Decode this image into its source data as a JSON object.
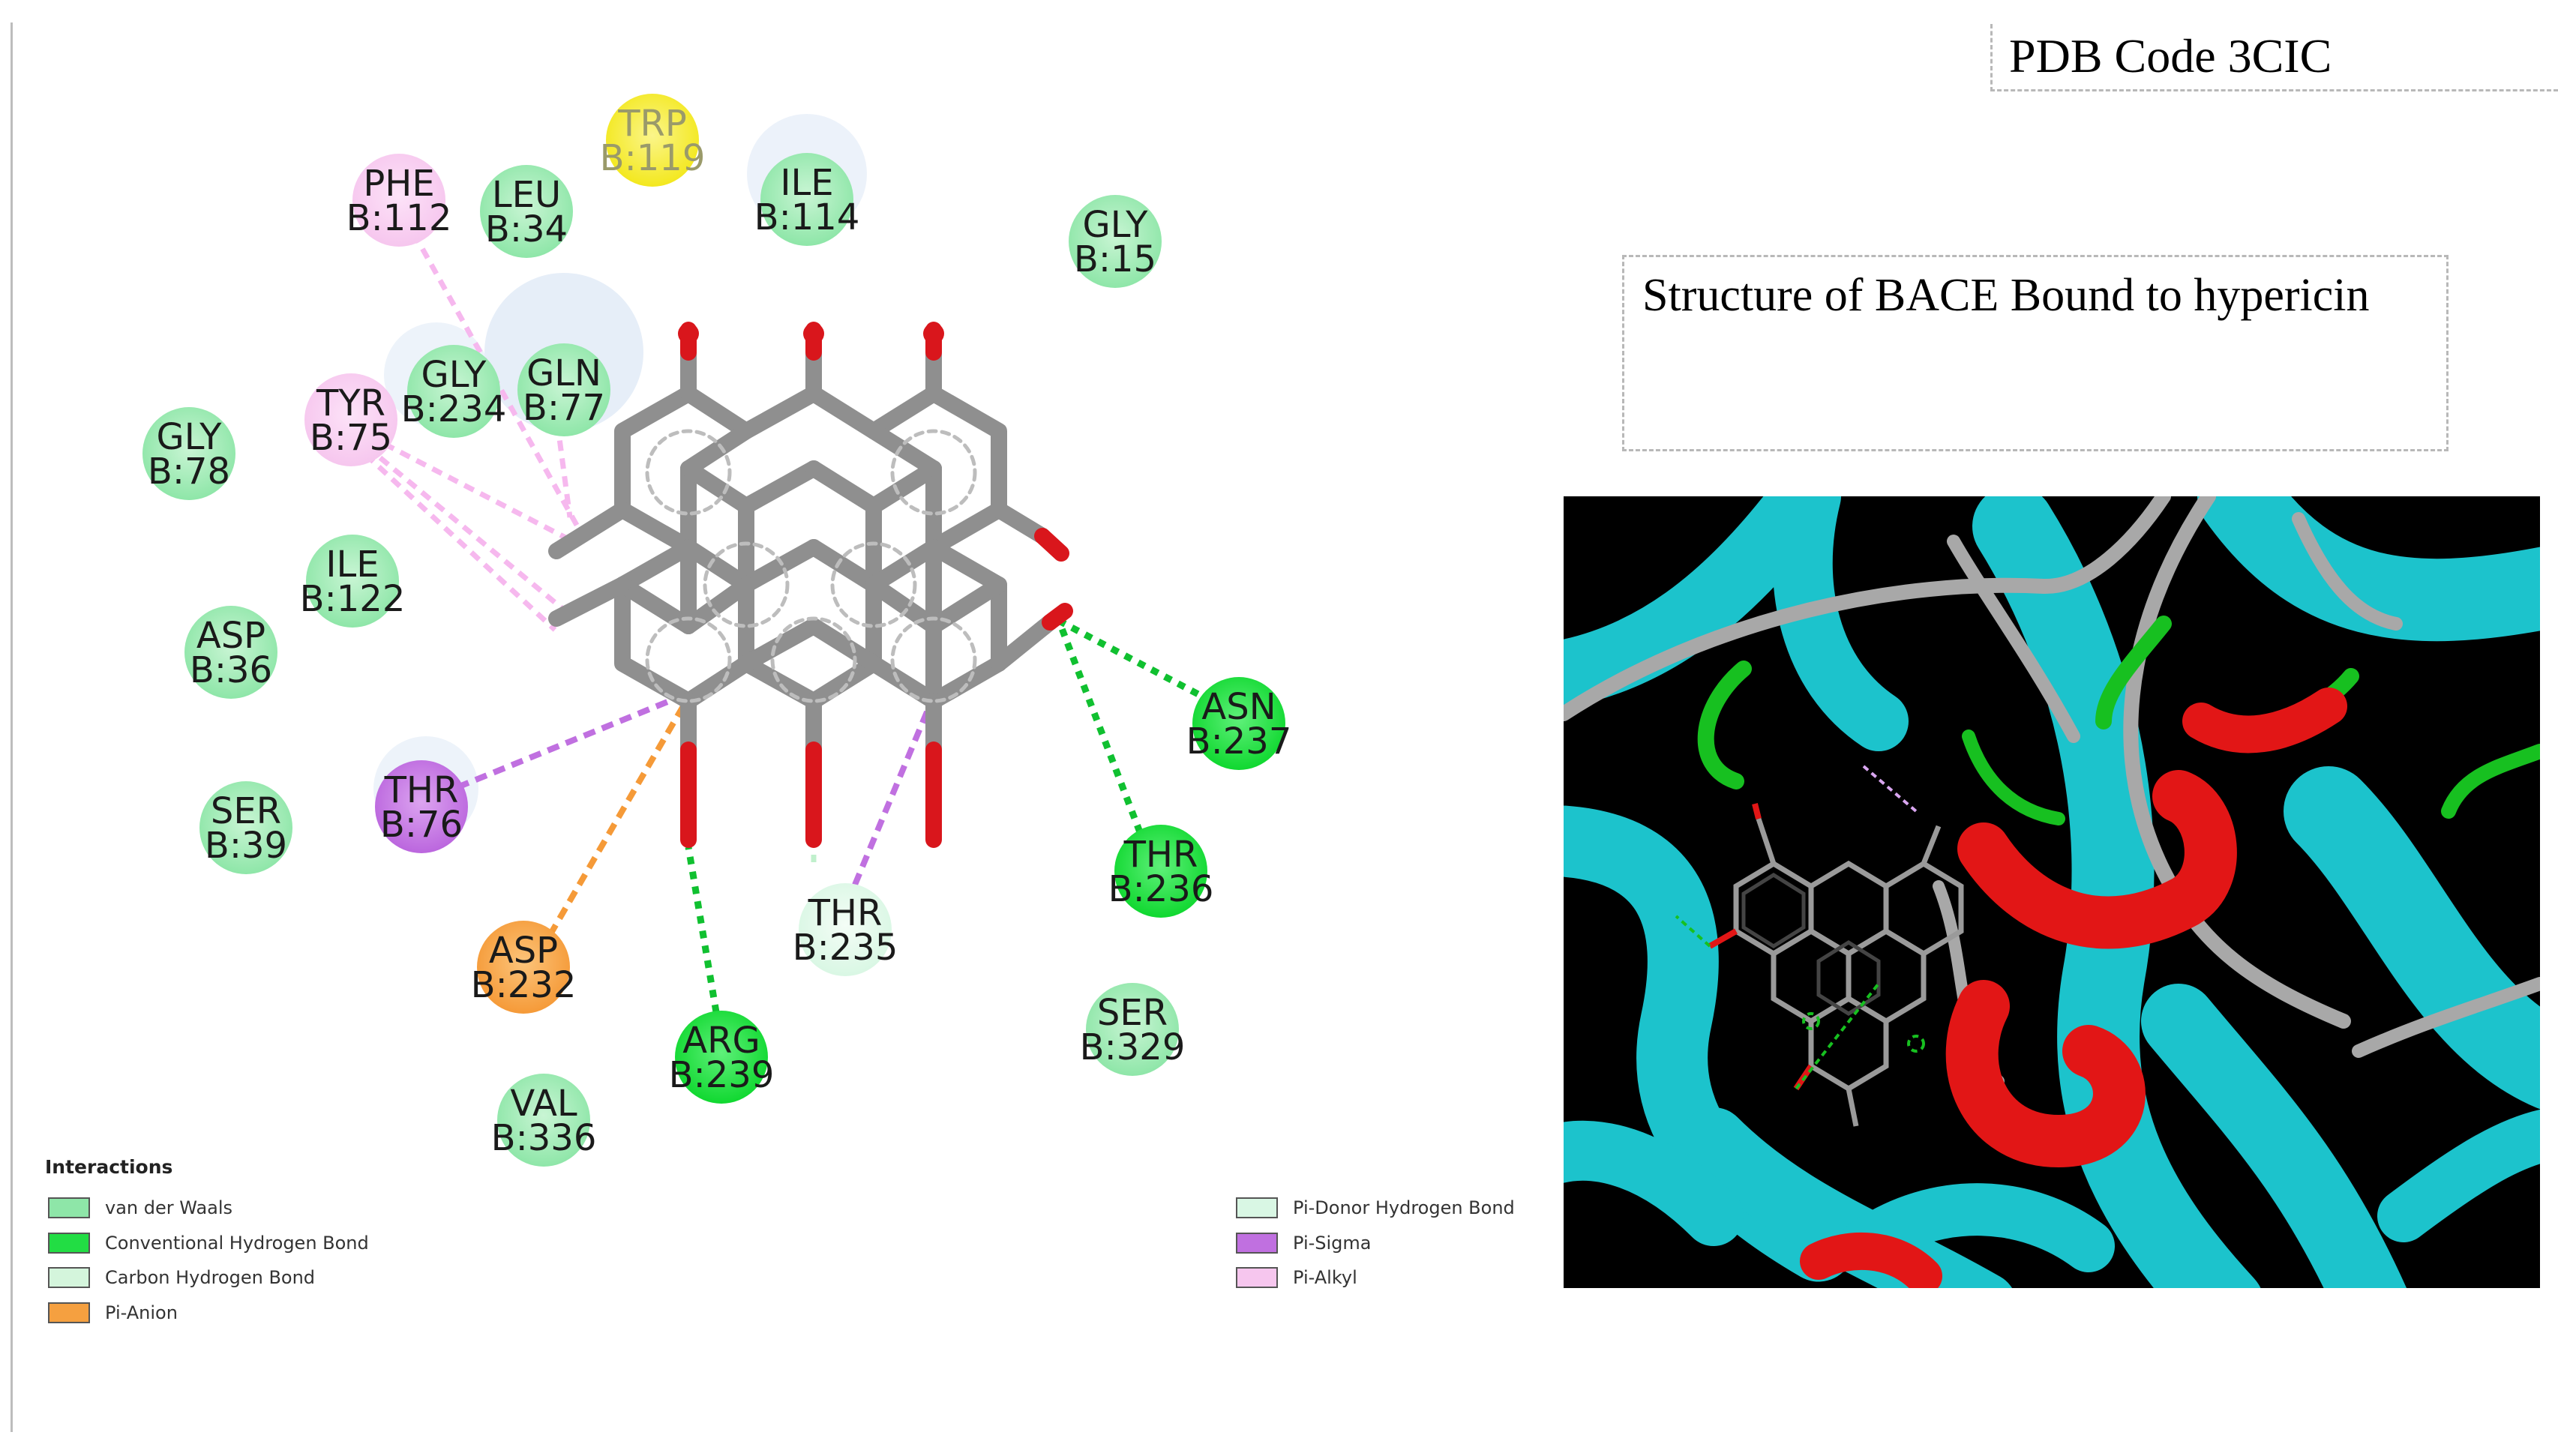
{
  "pdb_code": "PDB Code 3CIC",
  "structure_title": "Structure of BACE Bound to hypericin",
  "legend": {
    "title": "Interactions",
    "items": [
      {
        "label": "van der Waals",
        "color": "#8ee6a8"
      },
      {
        "label": "Conventional Hydrogen Bond",
        "color": "#22dd44"
      },
      {
        "label": "Carbon Hydrogen Bond",
        "color": "#d4f5dc"
      },
      {
        "label": "Pi-Anion",
        "color": "#f5a040"
      },
      {
        "label": "Pi-Donor Hydrogen Bond",
        "color": "#d9f7e4"
      },
      {
        "label": "Pi-Sigma",
        "color": "#c070e0"
      },
      {
        "label": "Pi-Alkyl",
        "color": "#f6c6ee"
      }
    ]
  },
  "residues": [
    {
      "id": "trp119",
      "name": "TRP",
      "num": "B:119",
      "kind": "pi-yellow"
    },
    {
      "id": "phe112",
      "name": "PHE",
      "num": "B:112",
      "kind": "pi-alkyl"
    },
    {
      "id": "leu34",
      "name": "LEU",
      "num": "B:34",
      "kind": "vdw"
    },
    {
      "id": "ile114",
      "name": "ILE",
      "num": "B:114",
      "kind": "vdw"
    },
    {
      "id": "gly15",
      "name": "GLY",
      "num": "B:15",
      "kind": "vdw"
    },
    {
      "id": "gly234",
      "name": "GLY",
      "num": "B:234",
      "kind": "vdw"
    },
    {
      "id": "gln77",
      "name": "GLN",
      "num": "B:77",
      "kind": "vdw"
    },
    {
      "id": "tyr75",
      "name": "TYR",
      "num": "B:75",
      "kind": "pi-alkyl"
    },
    {
      "id": "gly78",
      "name": "GLY",
      "num": "B:78",
      "kind": "vdw"
    },
    {
      "id": "ile122",
      "name": "ILE",
      "num": "B:122",
      "kind": "vdw"
    },
    {
      "id": "asp36",
      "name": "ASP",
      "num": "B:36",
      "kind": "vdw"
    },
    {
      "id": "ser39",
      "name": "SER",
      "num": "B:39",
      "kind": "vdw"
    },
    {
      "id": "thr76",
      "name": "THR",
      "num": "B:76",
      "kind": "pi-sigma"
    },
    {
      "id": "asp232",
      "name": "ASP",
      "num": "B:232",
      "kind": "pi-anion"
    },
    {
      "id": "arg239",
      "name": "ARG",
      "num": "B:239",
      "kind": "hbond"
    },
    {
      "id": "val336",
      "name": "VAL",
      "num": "B:336",
      "kind": "vdw"
    },
    {
      "id": "thr235",
      "name": "THR",
      "num": "B:235",
      "kind": "pi-donor"
    },
    {
      "id": "ser329",
      "name": "SER",
      "num": "B:329",
      "kind": "vdw"
    },
    {
      "id": "thr236",
      "name": "THR",
      "num": "B:236",
      "kind": "hbond"
    },
    {
      "id": "asn237",
      "name": "ASN",
      "num": "B:237",
      "kind": "hbond"
    }
  ]
}
